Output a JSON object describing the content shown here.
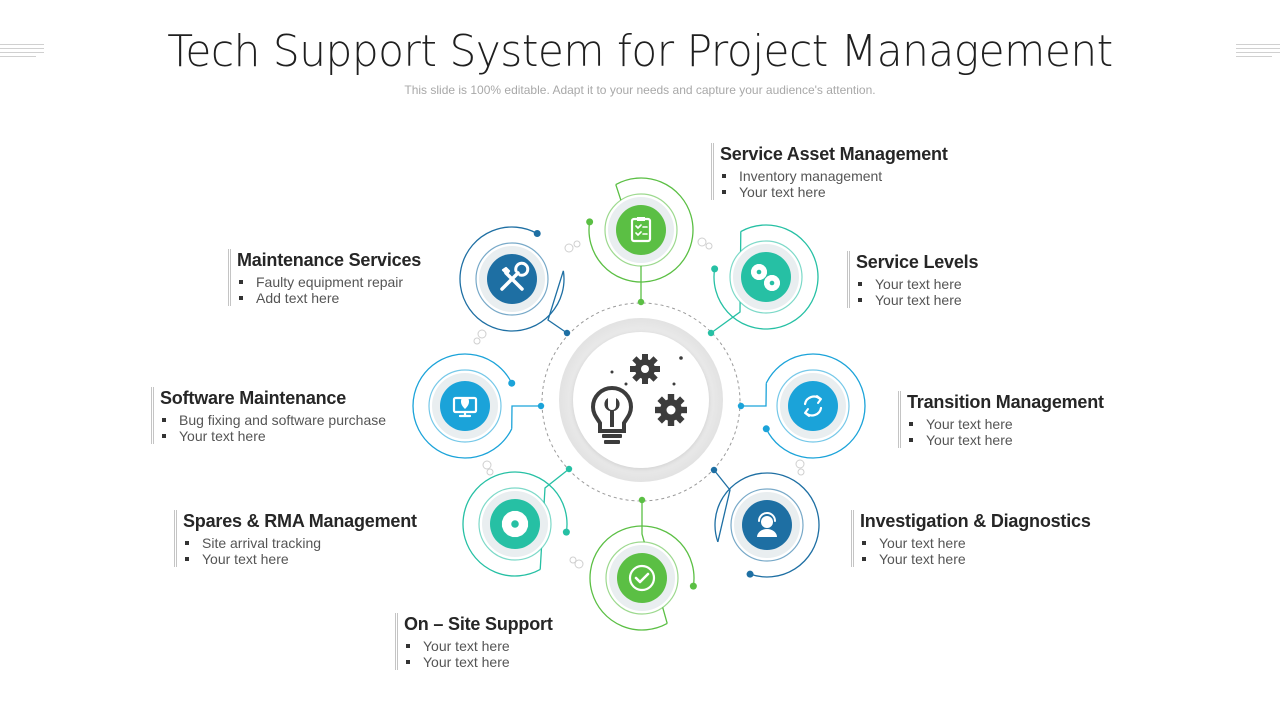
{
  "title": "Tech Support System for Project Management",
  "subtitle": "This slide is 100% editable. Adapt it to your needs and capture your audience's attention.",
  "center": {
    "icon": "lightbulb-wrench-gears-icon"
  },
  "nodes": [
    {
      "id": "service-asset-management",
      "heading": "Service Asset Management",
      "items": [
        "Inventory management",
        "Your text here"
      ],
      "icon": "clipboard-checklist-icon",
      "color": "#5bbf44"
    },
    {
      "id": "service-levels",
      "heading": "Service Levels",
      "items": [
        "Your text here",
        "Your text here"
      ],
      "icon": "gears-icon",
      "color": "#26c0a4"
    },
    {
      "id": "transition-management",
      "heading": "Transition Management",
      "items": [
        "Your text here",
        "Your text here"
      ],
      "icon": "refresh-arrows-icon",
      "color": "#1ba3d9"
    },
    {
      "id": "investigation-diagnostics",
      "heading": "Investigation & Diagnostics",
      "items": [
        "Your text here",
        "Your text here"
      ],
      "icon": "support-person-icon",
      "color": "#1e6fa3"
    },
    {
      "id": "on-site-support",
      "heading": "On – Site Support",
      "items": [
        "Your text here",
        "Your text here"
      ],
      "icon": "checkmark-icon",
      "color": "#5bbf44"
    },
    {
      "id": "spares-rma-management",
      "heading": "Spares & RMA Management",
      "items": [
        "Site arrival tracking",
        "Your text here"
      ],
      "icon": "gear-icon",
      "color": "#26c0a4"
    },
    {
      "id": "software-maintenance",
      "heading": "Software Maintenance",
      "items": [
        "Bug fixing and software purchase",
        "Your text here"
      ],
      "icon": "monitor-map-pin-icon",
      "color": "#1ba3d9"
    },
    {
      "id": "maintenance-services",
      "heading": "Maintenance Services",
      "items": [
        "Faulty equipment repair",
        "Add text here"
      ],
      "icon": "wrench-screwdriver-icon",
      "color": "#1e6fa3"
    }
  ]
}
